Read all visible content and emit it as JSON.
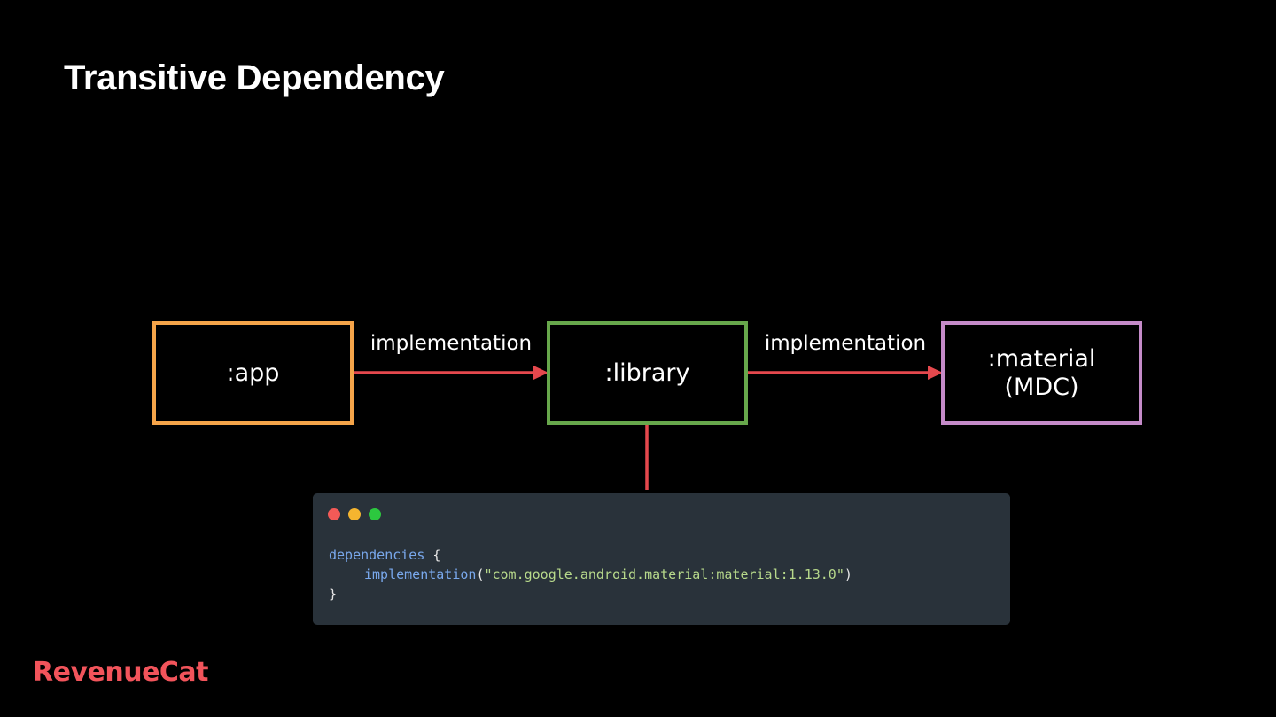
{
  "slide": {
    "title": "Transitive Dependency"
  },
  "diagram": {
    "nodes": {
      "app": {
        "label": ":app",
        "color": "#f5a449"
      },
      "library": {
        "label": ":library",
        "color": "#67a74b"
      },
      "material": {
        "label_line1": ":material",
        "label_line2": "(MDC)",
        "color": "#c58bc9"
      }
    },
    "edges": [
      {
        "from": "app",
        "to": "library",
        "label": "implementation"
      },
      {
        "from": "library",
        "to": "material",
        "label": "implementation"
      }
    ],
    "arrow_color": "#e5484d"
  },
  "code_window": {
    "background": "#29323a",
    "dots": [
      {
        "name": "close",
        "color": "#f35a57"
      },
      {
        "name": "minimize",
        "color": "#f5b52f"
      },
      {
        "name": "maximize",
        "color": "#2cc83f"
      }
    ],
    "lines": {
      "keyword": "dependencies",
      "open_brace": "{",
      "function": "implementation",
      "open_paren": "(",
      "string": "\"com.google.android.material:material:1.13.0\"",
      "close_paren": ")",
      "close_brace": "}"
    },
    "colors": {
      "keyword": "#79a8ec",
      "function": "#79a8ec",
      "string": "#b7d98b",
      "punctuation": "#e6e6e6"
    }
  },
  "brand": {
    "logo_text": "RevenueCat",
    "color": "#f2545b"
  }
}
